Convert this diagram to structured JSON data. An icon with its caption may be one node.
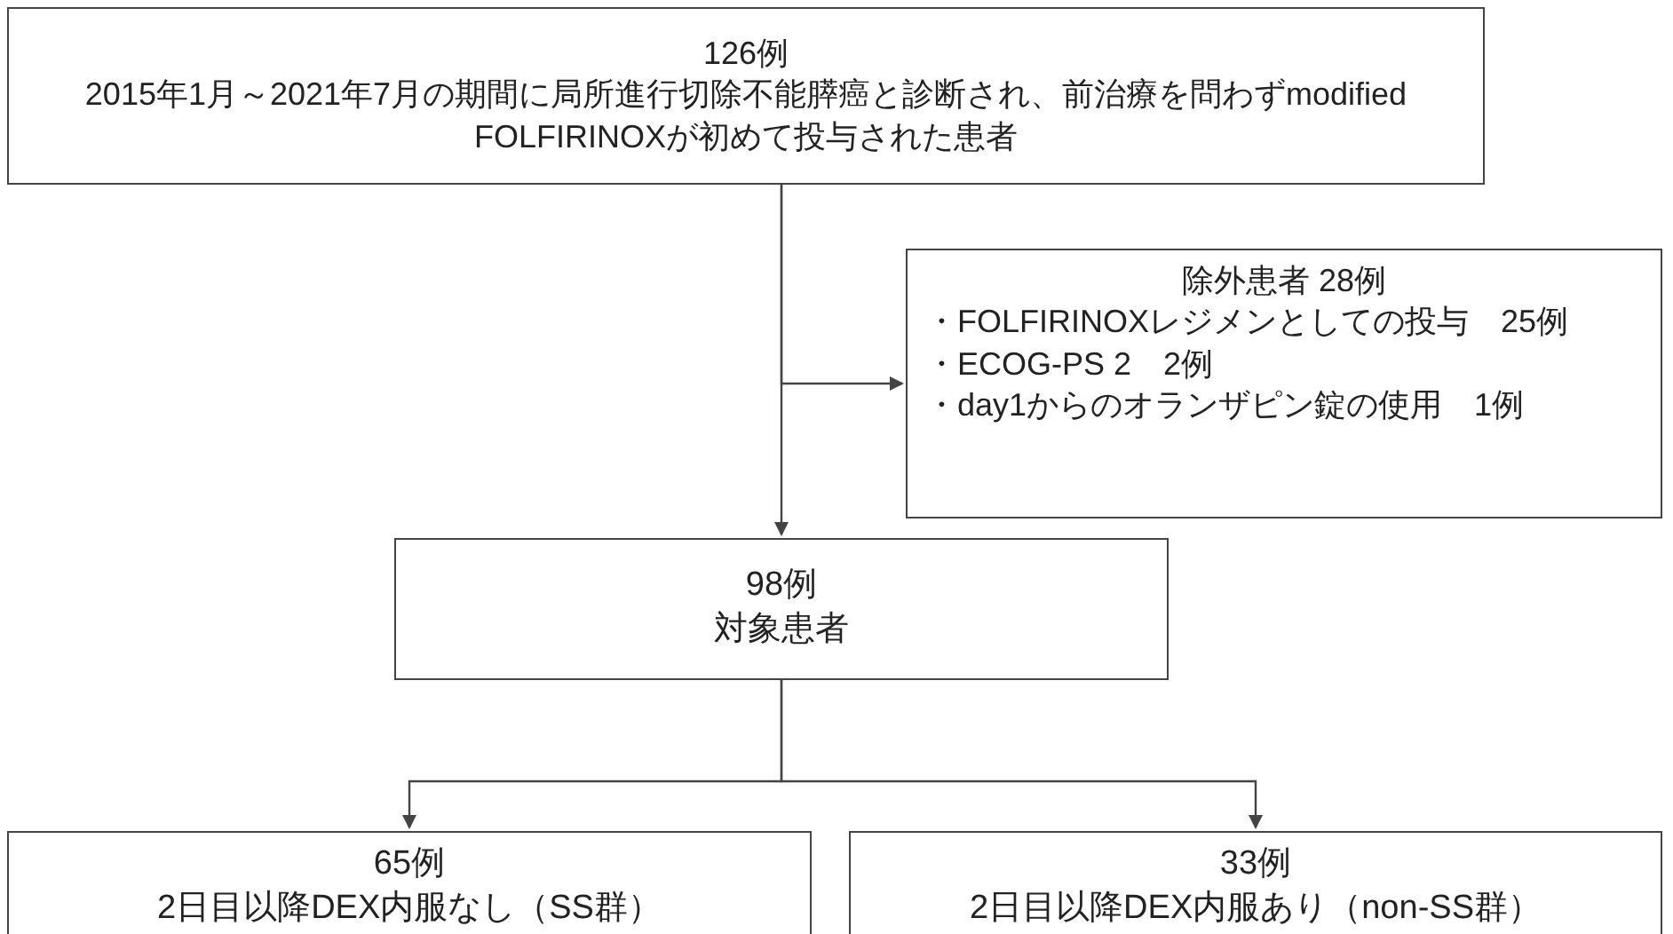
{
  "diagram": {
    "nodes": [
      {
        "text": [
          "126例",
          "2015年1月～2021年7月の期間に局所進行切除不能膵癌と診断され、前治療を問わずmodified FOLFIRINOXが初めて投与された患者"
        ]
      },
      {
        "text": [
          "除外患者 28例",
          "・FOLFIRINOXレジメンとしての投与　25例",
          "・ECOG-PS 2　2例",
          "・day1からのオランザピン錠の使用　1例"
        ]
      },
      {
        "text": [
          "98例",
          "対象患者"
        ]
      },
      {
        "text": [
          "65例",
          "2日目以降DEX内服なし（SS群）"
        ]
      },
      {
        "text": [
          "33例",
          "2日目以降DEX内服あり（non-SS群）"
        ]
      }
    ],
    "edges": [
      {
        "from": 0,
        "to": 2,
        "arrow": "to"
      },
      {
        "from": 0,
        "to": 1,
        "arrow": "to"
      },
      {
        "from": 2,
        "to": 3,
        "arrow": "to"
      },
      {
        "from": 2,
        "to": 4,
        "arrow": "to"
      }
    ]
  }
}
